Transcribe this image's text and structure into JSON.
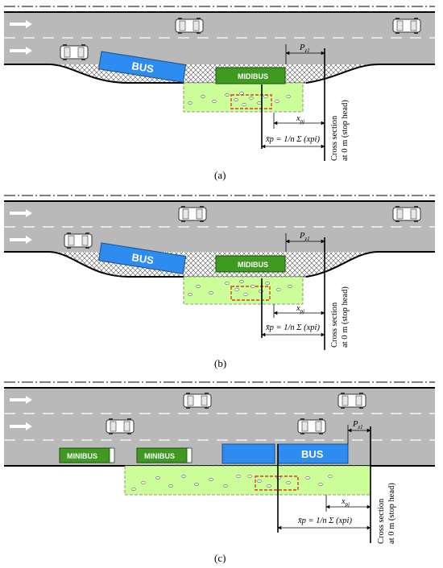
{
  "panels": [
    {
      "caption": "(a)",
      "vehicles": {
        "bus": "BUS",
        "midibus": "MIDIBUS"
      },
      "labels": {
        "p": "P",
        "p_sub": "z1",
        "xp": "x",
        "xp_sub": "pj",
        "formula": "x̄p = 1/n Σ (xpi)",
        "cross_section_line1": "Cross section",
        "cross_section_line2": "at 0 m (stop head)"
      }
    },
    {
      "caption": "(b)",
      "vehicles": {
        "bus": "BUS",
        "midibus": "MIDIBUS"
      },
      "labels": {
        "p": "P",
        "p_sub": "z1",
        "xp": "x",
        "xp_sub": "pj",
        "formula": "x̄p = 1/n Σ (xpi)",
        "cross_section_line1": "Cross section",
        "cross_section_line2": "at 0 m (stop head)"
      }
    },
    {
      "caption": "(c)",
      "vehicles": {
        "minibus1": "MINIBUS",
        "minibus2": "MINIBUS",
        "bus": "BUS"
      },
      "labels": {
        "p": "P",
        "p_sub": "z1",
        "xp": "x",
        "xp_sub": "pj",
        "formula": "x̄p = 1/n Σ (xpi)",
        "cross_section_line1": "Cross section",
        "cross_section_line2": "at 0 m (stop head)"
      }
    }
  ],
  "colors": {
    "road": "#b9b9b9",
    "platform": "#ccff99",
    "bus": "#2e8bf0",
    "midibus": "#3f9a21",
    "highlight": "#e03a1e"
  }
}
